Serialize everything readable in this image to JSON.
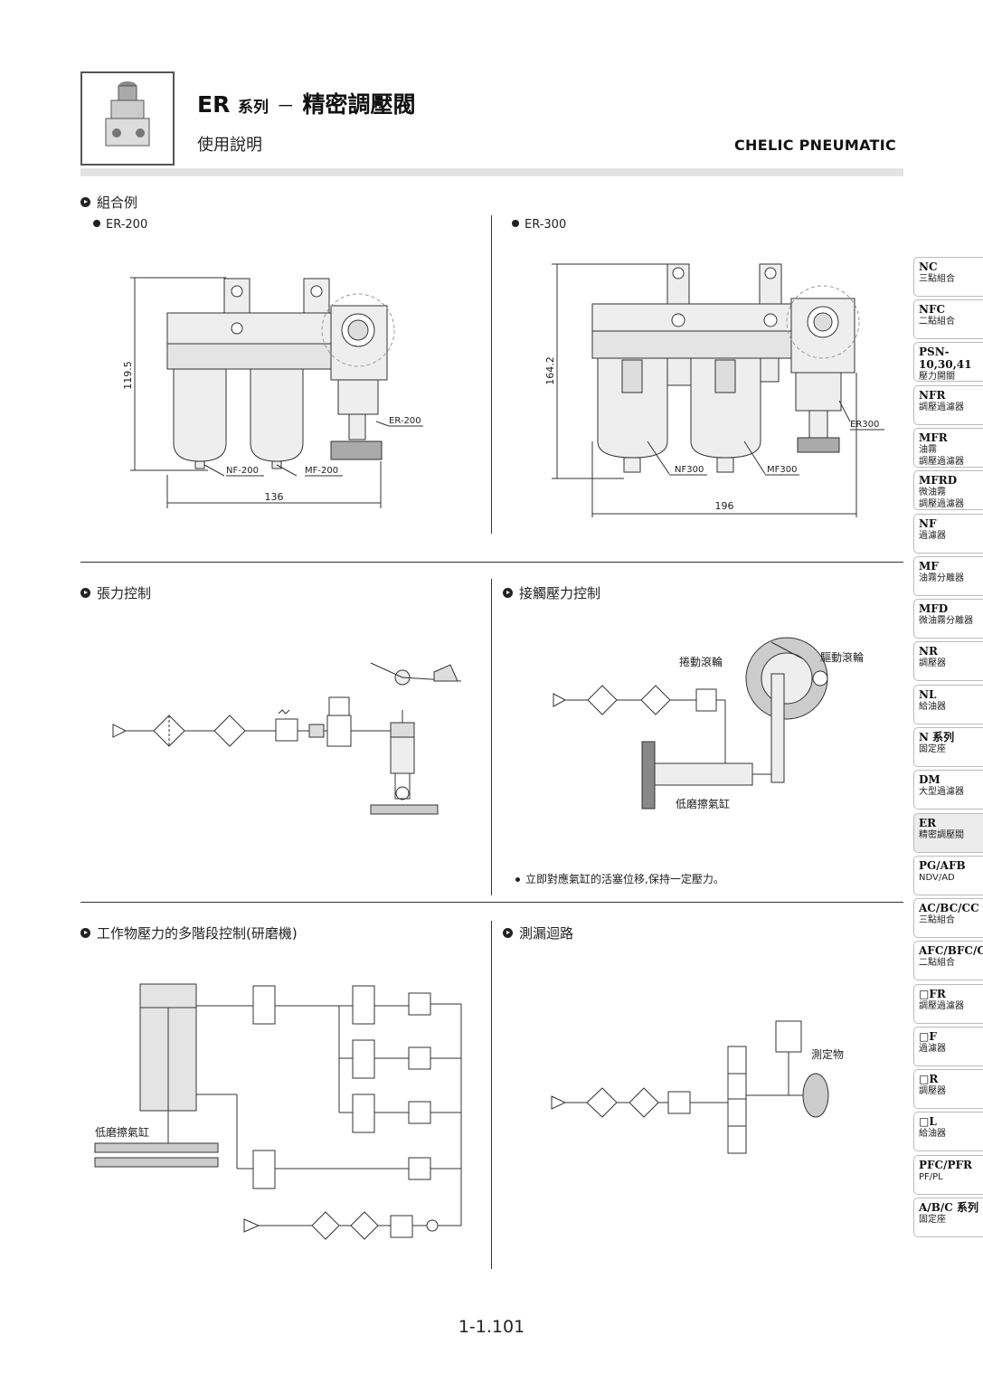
{
  "header": {
    "series_code": "ER",
    "series_word": "系列",
    "dash": "－",
    "product_name": "精密調壓閥",
    "subtitle": "使用說明",
    "brand": "CHELIC PNEUMATIC"
  },
  "sections": {
    "combo": {
      "title": "組合例",
      "er200": {
        "label": "ER-200",
        "dim_height": "119.5",
        "dim_width": "136",
        "parts": [
          "NF-200",
          "MF-200",
          "ER-200"
        ]
      },
      "er300": {
        "label": "ER-300",
        "dim_height": "164.2",
        "dim_width": "196",
        "parts": [
          "NF300",
          "MF300",
          "ER300"
        ]
      }
    },
    "tension": {
      "title": "張力控制"
    },
    "contact": {
      "title": "接觸壓力控制",
      "label_winding": "捲動滾輪",
      "label_drive": "驅動滾輪",
      "label_cylinder": "低磨擦氣缸",
      "note": "立即對應氣缸的活塞位移,保持一定壓力。"
    },
    "multistage": {
      "title": "工作物壓力的多階段控制(研磨機)",
      "label_cylinder": "低磨擦氣缸"
    },
    "leak": {
      "title": "測漏迴路",
      "label_object": "測定物"
    }
  },
  "sidebar": {
    "tabs": [
      {
        "code": "NC",
        "name": "三點組合"
      },
      {
        "code": "NFC",
        "name": "二點組合"
      },
      {
        "code": "PSN-10,30,41",
        "name": "壓力開關"
      },
      {
        "code": "NFR",
        "name": "調壓過濾器"
      },
      {
        "code": "MFR",
        "name": "油霧\n調壓過濾器"
      },
      {
        "code": "MFRD",
        "name": "微油霧\n調壓過濾器"
      },
      {
        "code": "NF",
        "name": "過濾器"
      },
      {
        "code": "MF",
        "name": "油霧分離器"
      },
      {
        "code": "MFD",
        "name": "微油霧分離器"
      },
      {
        "code": "NR",
        "name": "調壓器"
      },
      {
        "code": "NL",
        "name": "給油器"
      },
      {
        "code": "N 系列",
        "name": "固定座"
      },
      {
        "code": "DM",
        "name": "大型過濾器"
      },
      {
        "code": "ER",
        "name": "精密調壓閥"
      },
      {
        "code": "PG/AFB",
        "name": "NDV/AD"
      },
      {
        "code": "AC/BC/CC",
        "name": "三點組合"
      },
      {
        "code": "AFC/BFC/CFC",
        "name": "二點組合"
      },
      {
        "code": "□FR",
        "name": "調壓過濾器"
      },
      {
        "code": "□F",
        "name": "過濾器"
      },
      {
        "code": "□R",
        "name": "調壓器"
      },
      {
        "code": "□L",
        "name": "給油器"
      },
      {
        "code": "PFC/PFR",
        "name": "PF/PL"
      },
      {
        "code": "A/B/C 系列",
        "name": "固定座"
      }
    ],
    "active_code": "ER"
  },
  "footer": {
    "page_number": "1-1.101"
  }
}
